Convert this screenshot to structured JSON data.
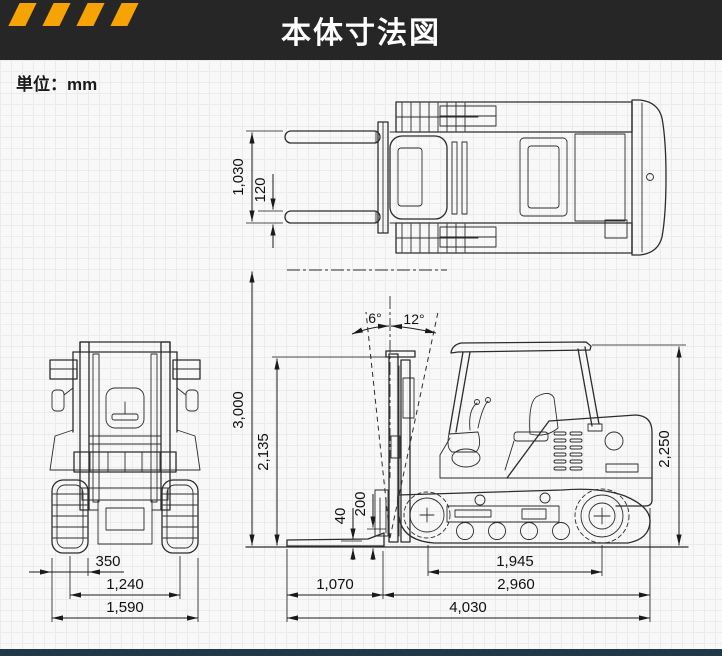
{
  "header": {
    "title": "本体寸法図"
  },
  "unit_label": "単位：mm",
  "colors": {
    "header_bg": "#262626",
    "stripe_orange": "#F7A301",
    "footer_teal": "#203847",
    "paper": "#F8F8F8",
    "grid_line": "#EBEBEE",
    "ink": "#1A1A1A"
  },
  "dimensions": {
    "top_view": {
      "fork_overall_spread": "1,030",
      "fork_width": "120"
    },
    "front_view": {
      "track_shoe_width": "350",
      "tread_width": "1,240",
      "overall_width": "1,590"
    },
    "side_view": {
      "mast_tilt_forward": "6°",
      "mast_tilt_backward": "12°",
      "max_lift_height": "3,000",
      "mast_height": "2,135",
      "fork_thickness": "40",
      "ground_clearance": "200",
      "overall_height": "2,250",
      "track_contact_length": "1,945",
      "fork_length": "1,070",
      "body_length": "2,960",
      "overall_length": "4,030"
    }
  }
}
